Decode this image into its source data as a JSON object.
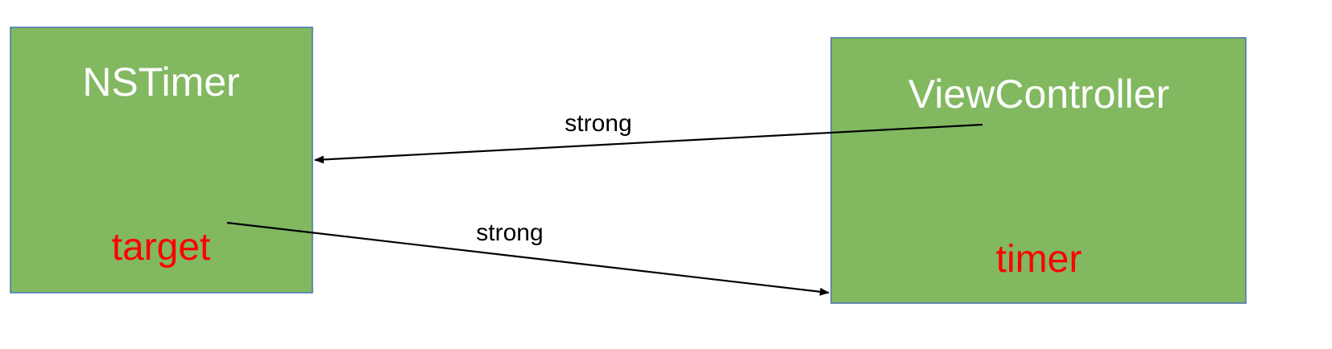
{
  "colors": {
    "box_fill": "#82b860",
    "box_border": "#4a72b0",
    "title_text": "#ffffff",
    "field_text": "#ff0000",
    "arrow": "#000000"
  },
  "nodes": {
    "nstimer": {
      "title": "NSTimer",
      "field": "target"
    },
    "viewcontroller": {
      "title": "ViewController",
      "field": "timer"
    }
  },
  "edges": {
    "vc_to_timer": {
      "label": "strong",
      "from": "ViewController",
      "to": "NSTimer"
    },
    "target_to_vc": {
      "label": "strong",
      "from": "NSTimer",
      "to": "ViewController"
    }
  }
}
